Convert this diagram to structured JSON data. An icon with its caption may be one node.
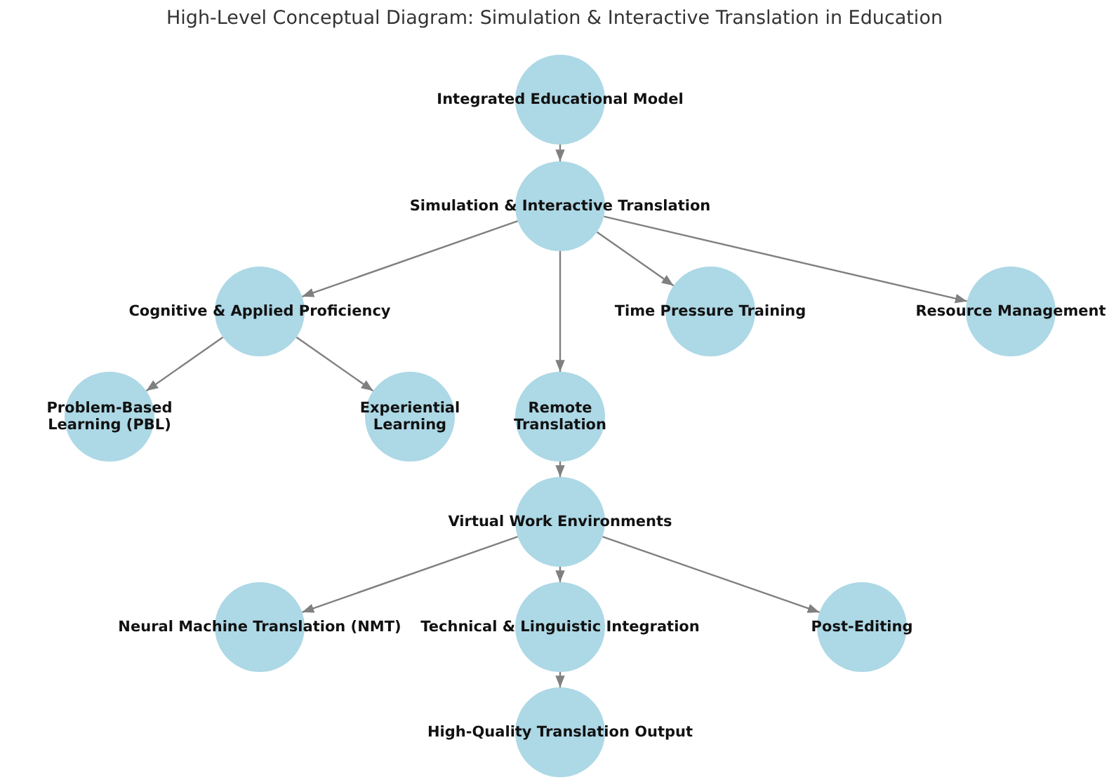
{
  "diagram": {
    "title": "High-Level Conceptual Diagram: Simulation & Interactive Translation in Education",
    "nodes": [
      {
        "text": [
          "Integrated Educational Model"
        ]
      },
      {
        "text": [
          "Simulation & Interactive Translation"
        ]
      },
      {
        "text": [
          "Cognitive & Applied Proficiency"
        ]
      },
      {
        "text": [
          "Time Pressure Training"
        ]
      },
      {
        "text": [
          "Resource Management"
        ]
      },
      {
        "text": [
          "Problem-Based Learning (PBL)"
        ]
      },
      {
        "text": [
          "Experiential Learning"
        ]
      },
      {
        "text": [
          "Remote Translation"
        ]
      },
      {
        "text": [
          "Virtual Work Environments"
        ]
      },
      {
        "text": [
          "Neural Machine Translation (NMT)"
        ]
      },
      {
        "text": [
          "Technical & Linguistic Integration"
        ]
      },
      {
        "text": [
          "Post-Editing"
        ]
      },
      {
        "text": [
          "High-Quality Translation Output"
        ]
      }
    ],
    "edges": [
      {
        "from": 0,
        "to": 1,
        "arrow": "to"
      },
      {
        "from": 1,
        "to": 2,
        "arrow": "to"
      },
      {
        "from": 1,
        "to": 7,
        "arrow": "to"
      },
      {
        "from": 1,
        "to": 3,
        "arrow": "to"
      },
      {
        "from": 1,
        "to": 4,
        "arrow": "to"
      },
      {
        "from": 2,
        "to": 5,
        "arrow": "to"
      },
      {
        "from": 2,
        "to": 6,
        "arrow": "to"
      },
      {
        "from": 7,
        "to": 8,
        "arrow": "to"
      },
      {
        "from": 8,
        "to": 9,
        "arrow": "to"
      },
      {
        "from": 8,
        "to": 10,
        "arrow": "to"
      },
      {
        "from": 8,
        "to": 11,
        "arrow": "to"
      },
      {
        "from": 10,
        "to": 12,
        "arrow": "to"
      }
    ]
  }
}
